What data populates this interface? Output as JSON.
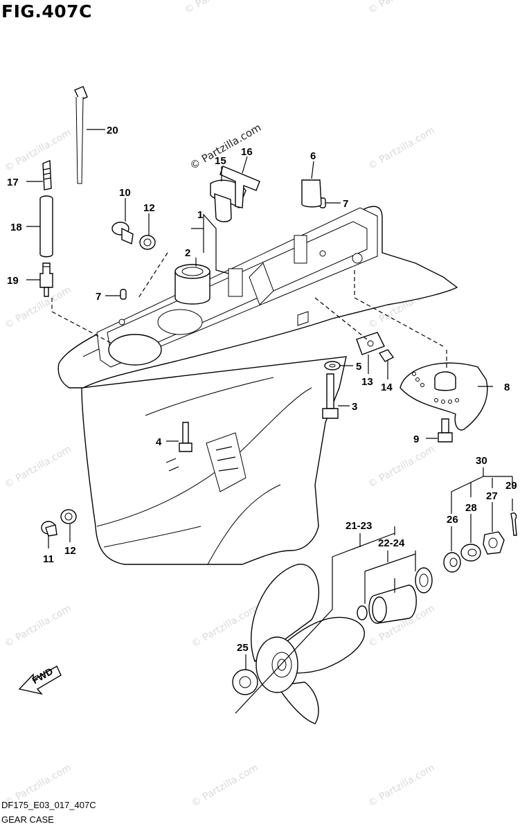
{
  "figure": {
    "title": "FIG.407C",
    "code": "DF175_E03_017_407C",
    "caption": "GEAR CASE",
    "watermark": "© Partzilla.com",
    "fwd_label": "FWD"
  },
  "callouts": {
    "c1": "1",
    "c2": "2",
    "c3": "3",
    "c4": "4",
    "c5": "5",
    "c6": "6",
    "c7a": "7",
    "c7b": "7",
    "c8": "8",
    "c9": "9",
    "c10": "10",
    "c11": "11",
    "c12a": "12",
    "c12b": "12",
    "c13": "13",
    "c14": "14",
    "c15": "15",
    "c16": "16",
    "c17": "17",
    "c18": "18",
    "c19": "19",
    "c20": "20",
    "c21_23": "21-23",
    "c22_24": "22-24",
    "c25": "25",
    "c26": "26",
    "c27": "27",
    "c28": "28",
    "c29": "29",
    "c30": "30"
  },
  "colors": {
    "line": "#000000",
    "background": "#ffffff",
    "watermark": "#d9d9d9"
  }
}
